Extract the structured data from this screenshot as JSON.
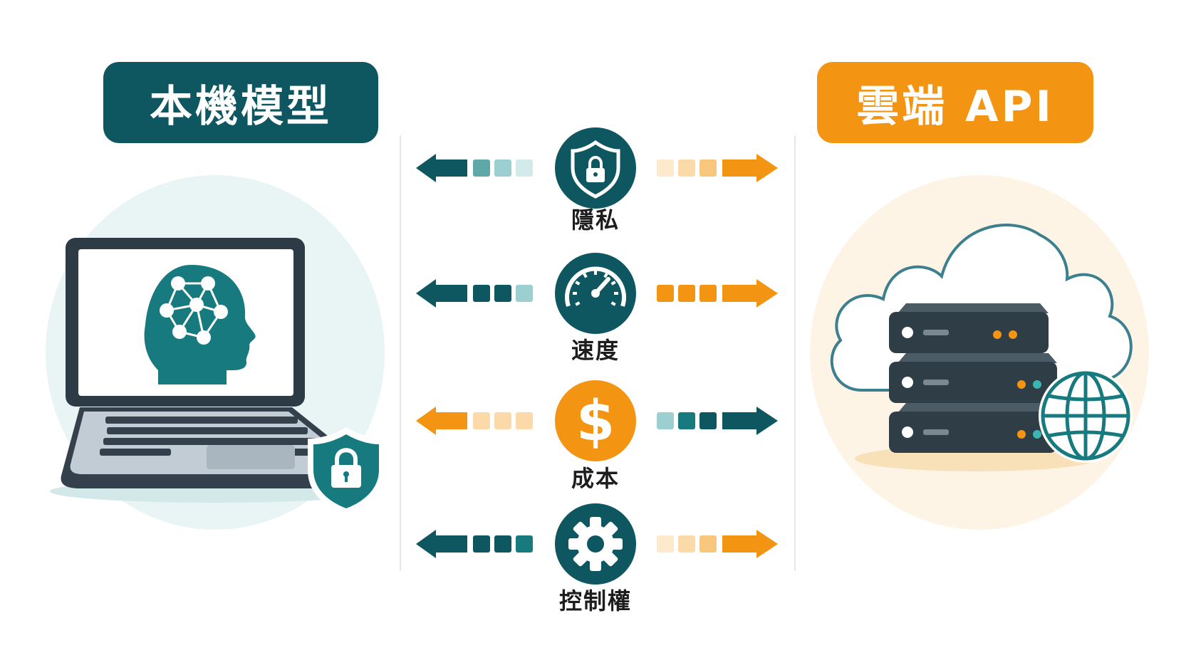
{
  "titles": {
    "local": "本機模型",
    "cloud": "雲端 API"
  },
  "colors": {
    "teal": "#0e5760",
    "teal_mid": "#167a7f",
    "orange": "#f39512",
    "orange_light": "#fbd9a8",
    "teal_light": "#9ccfcf"
  },
  "factors": [
    {
      "label": "隱私",
      "icon": "shield-lock-icon",
      "favors": "local",
      "icon_color": "teal"
    },
    {
      "label": "速度",
      "icon": "speedometer-icon",
      "favors": "both",
      "icon_color": "teal"
    },
    {
      "label": "成本",
      "icon": "dollar-icon",
      "favors": "cloud",
      "icon_color": "orange"
    },
    {
      "label": "控制權",
      "icon": "gear-icon",
      "favors": "local",
      "icon_color": "teal"
    }
  ]
}
